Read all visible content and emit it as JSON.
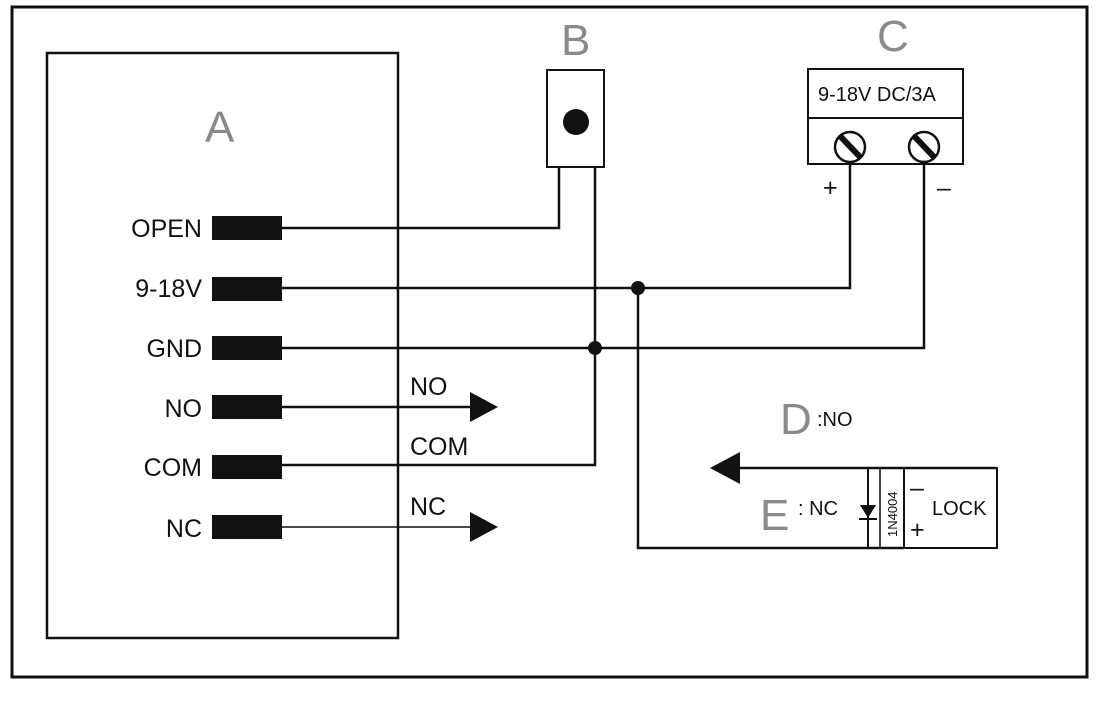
{
  "colors": {
    "ink": "#111111",
    "letter_gray": "#8a8a8a",
    "background": "#ffffff"
  },
  "controller": {
    "letter": "A",
    "pins": [
      "OPEN",
      "9-18V",
      "GND",
      "NO",
      "COM",
      "NC"
    ]
  },
  "button": {
    "letter": "B"
  },
  "power_supply": {
    "letter": "C",
    "rating": "9-18V DC/3A",
    "plus": "+",
    "minus": "–"
  },
  "outputs": {
    "no": "NO",
    "com": "COM",
    "nc": "NC"
  },
  "lock_section": {
    "d_letter": "D",
    "d_label": ":NO",
    "e_letter": "E",
    "e_label": ": NC",
    "diode": "1N4004",
    "lock": "LOCK",
    "minus": "–",
    "plus": "+"
  }
}
